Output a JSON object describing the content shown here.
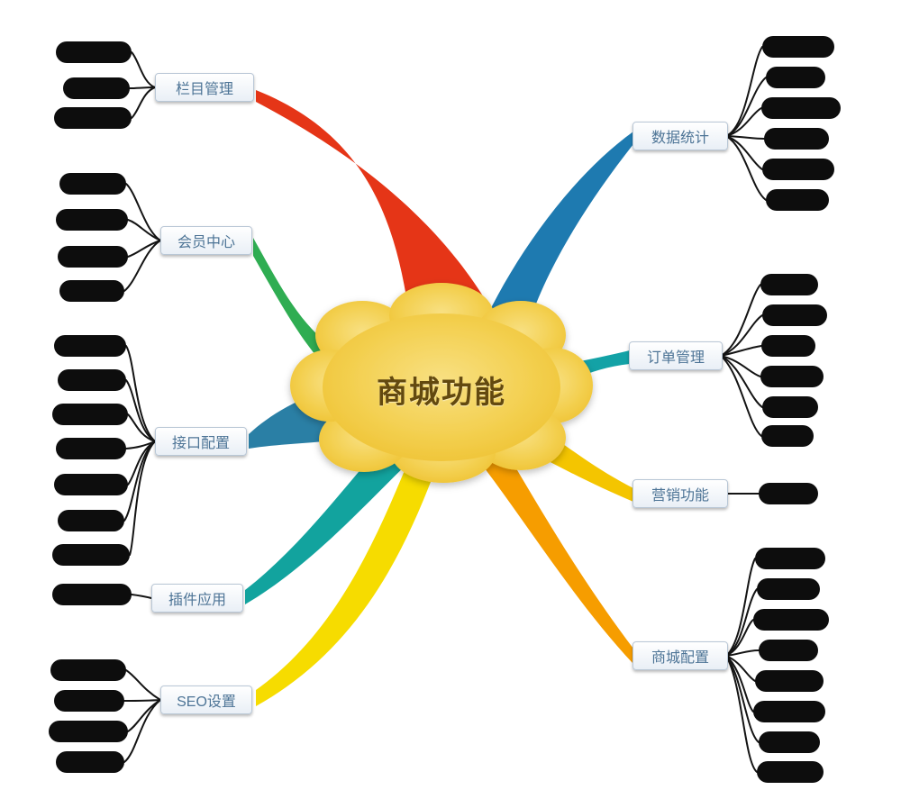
{
  "center": {
    "label": "商城功能",
    "text_color": "#63490f"
  },
  "branches": [
    {
      "label": "栏目管理",
      "color": "#e53517",
      "side": "left",
      "leaf_count": 3
    },
    {
      "label": "会员中心",
      "color": "#2fad52",
      "side": "left",
      "leaf_count": 4
    },
    {
      "label": "接口配置",
      "color": "#2a7fa5",
      "side": "left",
      "leaf_count": 7
    },
    {
      "label": "插件应用",
      "color": "#12a39e",
      "side": "left",
      "leaf_count": 1
    },
    {
      "label": "SEO设置",
      "color": "#f6dc00",
      "side": "left",
      "leaf_count": 4
    },
    {
      "label": "数据统计",
      "color": "#1e7ab0",
      "side": "right",
      "leaf_count": 6
    },
    {
      "label": "订单管理",
      "color": "#13a2a6",
      "side": "right",
      "leaf_count": 6
    },
    {
      "label": "营销功能",
      "color": "#f4c500",
      "side": "right",
      "leaf_count": 1
    },
    {
      "label": "商城配置",
      "color": "#f69d00",
      "side": "right",
      "leaf_count": 8
    }
  ],
  "colors": {
    "leaf_node": "#0d0d0d",
    "connector": "#141414",
    "label_text": "#4d7496",
    "label_border": "#b9c7d6",
    "center_gradient_inner": "#f8e082",
    "center_gradient_outer": "#eec02e"
  }
}
